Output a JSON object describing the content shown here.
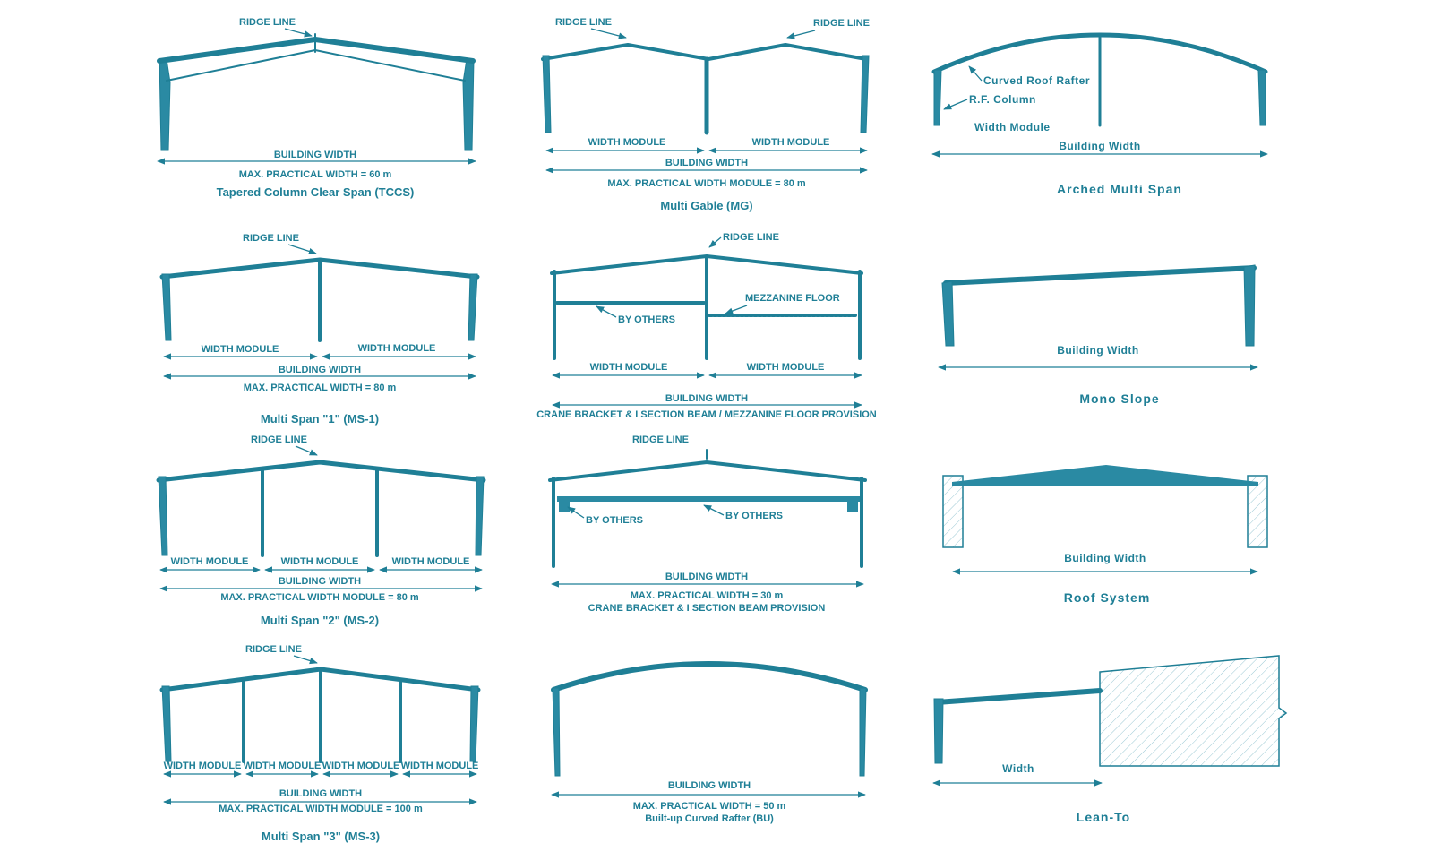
{
  "tccs": {
    "ridge": "RIDGE LINE",
    "width": "BUILDING WIDTH",
    "max": "MAX. PRACTICAL WIDTH = 60 m",
    "title": "Tapered Column Clear Span (TCCS)"
  },
  "mg": {
    "ridge_left": "RIDGE LINE",
    "ridge_right": "RIDGE LINE",
    "module_left": "WIDTH MODULE",
    "module_right": "WIDTH MODULE",
    "width": "BUILDING WIDTH",
    "max": "MAX. PRACTICAL WIDTH MODULE = 80 m",
    "title": "Multi Gable (MG)"
  },
  "arched": {
    "rafter": "Curved Roof Rafter",
    "column": "R.F. Column",
    "module": "Width Module",
    "width": "Building Width",
    "title": "Arched Multi Span"
  },
  "ms1": {
    "ridge": "RIDGE LINE",
    "module_left": "WIDTH MODULE",
    "module_right": "WIDTH MODULE",
    "width": "BUILDING WIDTH",
    "max": "MAX. PRACTICAL WIDTH = 80 m",
    "title": "Multi Span \"1\" (MS-1)"
  },
  "mezz": {
    "ridge": "RIDGE LINE",
    "floor": "MEZZANINE FLOOR",
    "others": "BY OTHERS",
    "module_left": "WIDTH MODULE",
    "module_right": "WIDTH MODULE",
    "width": "BUILDING WIDTH",
    "provision": "CRANE BRACKET & I SECTION BEAM / MEZZANINE FLOOR PROVISION"
  },
  "mono": {
    "width": "Building Width",
    "title": "Mono Slope"
  },
  "ms2": {
    "ridge": "RIDGE LINE",
    "modules": [
      "WIDTH MODULE",
      "WIDTH MODULE",
      "WIDTH MODULE"
    ],
    "width": "BUILDING WIDTH",
    "max": "MAX. PRACTICAL WIDTH MODULE = 80 m",
    "title": "Multi Span \"2\" (MS-2)"
  },
  "crane": {
    "ridge": "RIDGE LINE",
    "others_left": "BY OTHERS",
    "others_right": "BY OTHERS",
    "width": "BUILDING WIDTH",
    "max": "MAX. PRACTICAL WIDTH = 30 m",
    "provision": "CRANE BRACKET & I SECTION BEAM PROVISION"
  },
  "roof": {
    "width": "Building Width",
    "title": "Roof System"
  },
  "ms3": {
    "ridge": "RIDGE LINE",
    "modules": [
      "WIDTH MODULE",
      "WIDTH MODULE",
      "WIDTH MODULE",
      "WIDTH MODULE"
    ],
    "width": "BUILDING WIDTH",
    "max": "MAX. PRACTICAL WIDTH MODULE = 100 m",
    "title": "Multi Span \"3\" (MS-3)"
  },
  "bu": {
    "width": "BUILDING WIDTH",
    "max": "MAX. PRACTICAL WIDTH = 50 m",
    "rafter": "Built-up Curved Rafter (BU)"
  },
  "leanto": {
    "width": "Width",
    "title": "Lean-To"
  }
}
